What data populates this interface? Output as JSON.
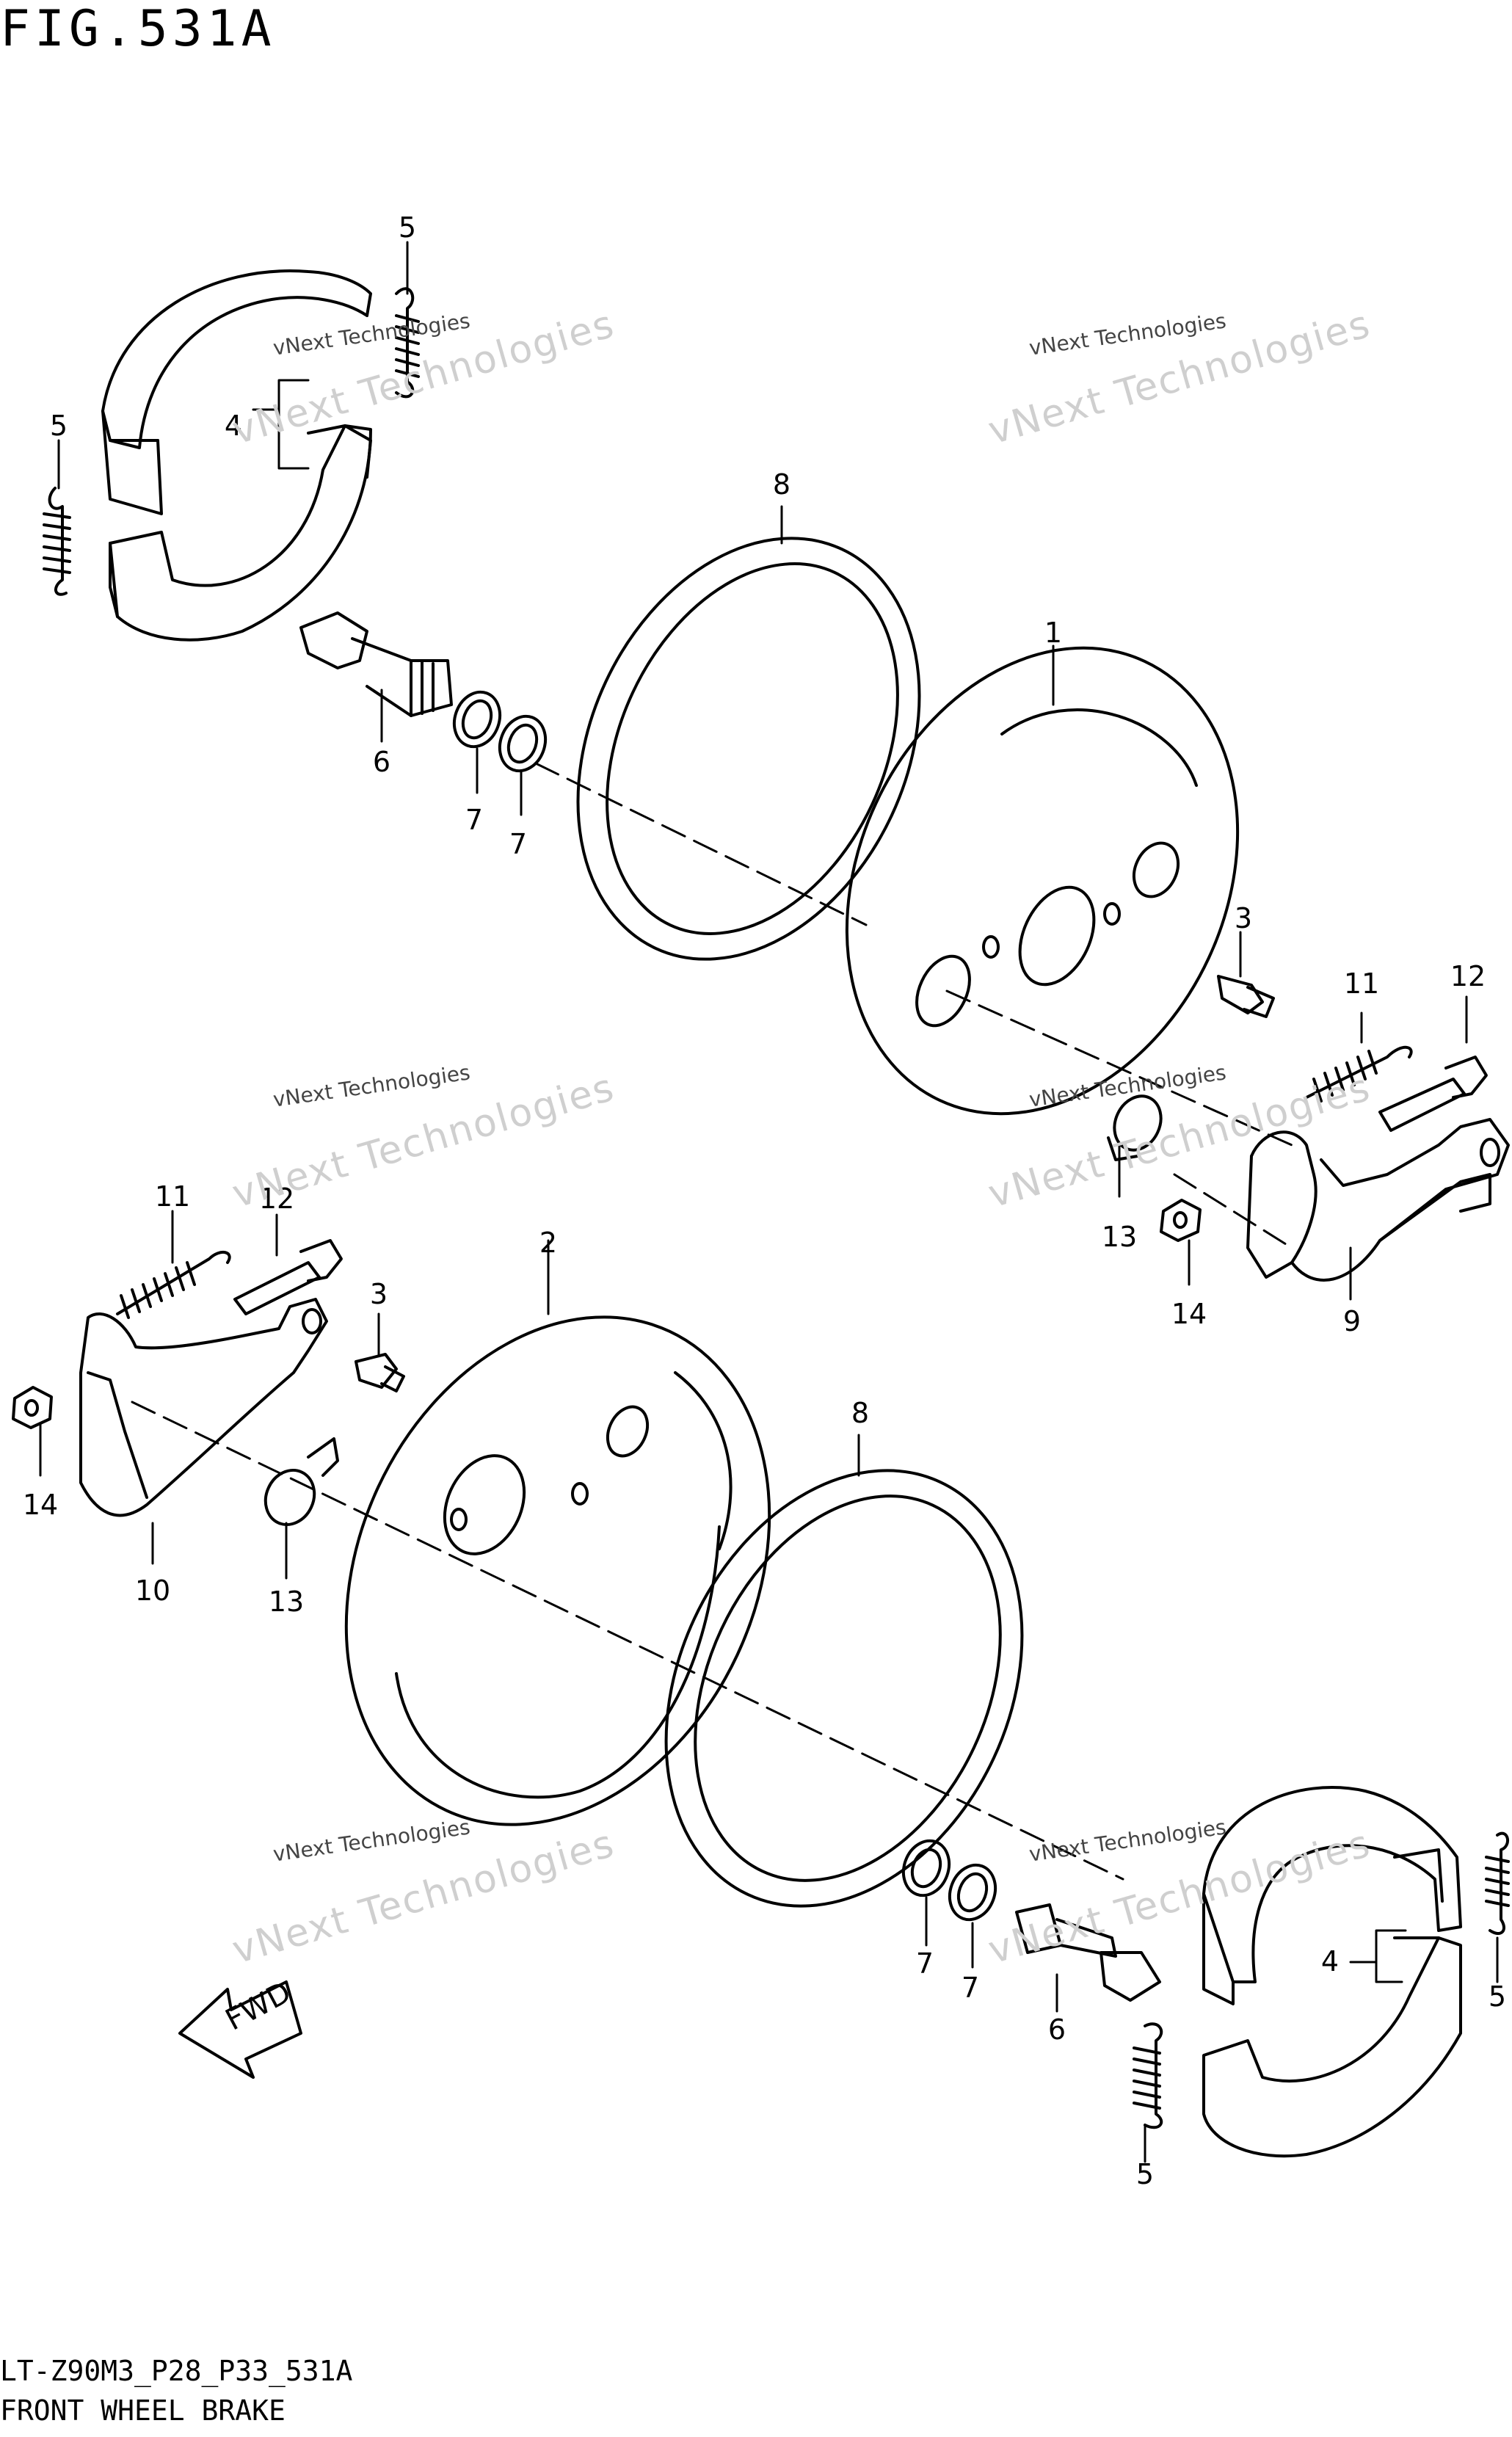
{
  "figure": {
    "title": "FIG.531A"
  },
  "footer": {
    "model_code": "LT-Z90M3_P28_P33_531A",
    "caption": "FRONT WHEEL BRAKE"
  },
  "fwd_label": "FWD",
  "watermark": {
    "line1": "vNext Technologies",
    "line2": "vNext Technologies"
  },
  "callouts": [
    "1",
    "2",
    "3",
    "3",
    "4",
    "4",
    "5",
    "5",
    "5",
    "5",
    "6",
    "6",
    "7",
    "7",
    "7",
    "7",
    "8",
    "8",
    "9",
    "10",
    "11",
    "11",
    "12",
    "12",
    "13",
    "13",
    "14",
    "14"
  ],
  "colors": {
    "line": "#000000",
    "background": "#ffffff",
    "watermark": "#cfcfcf"
  }
}
